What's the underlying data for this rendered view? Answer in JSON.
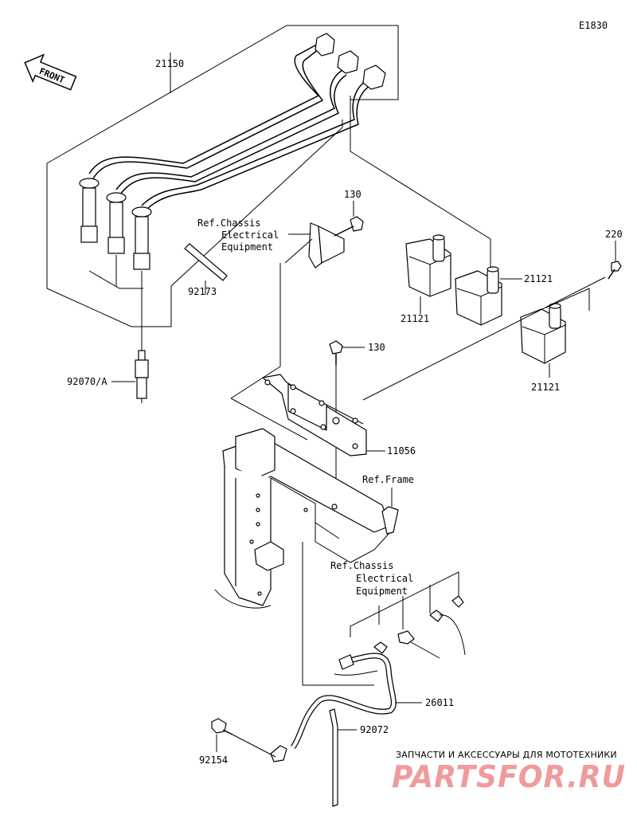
{
  "diagram_code": "E1830",
  "front_label": "FRONT",
  "labels": {
    "p21150": "21150",
    "p130a": "130",
    "p130b": "130",
    "p220": "220",
    "p21121a": "21121",
    "p21121b": "21121",
    "p21121c": "21121",
    "p92173": "92173",
    "p92070": "92070/A",
    "p11056": "11056",
    "ref_frame": "Ref.Frame",
    "p26011": "26011",
    "p92072": "92072",
    "p92154": "92154"
  },
  "ref_chassis_top": [
    "Ref.Chassis",
    "Electrical",
    "Equipment"
  ],
  "ref_chassis_bottom": [
    "Ref.Chassis",
    "Electrical",
    "Equipment"
  ],
  "watermark": {
    "caption": "ЗАПЧАСТИ И АКСЕССУАРЫ ДЛЯ МОТОТЕХНИКИ",
    "logo": "PARTSFOR.RU",
    "color": "#e24b4b"
  }
}
